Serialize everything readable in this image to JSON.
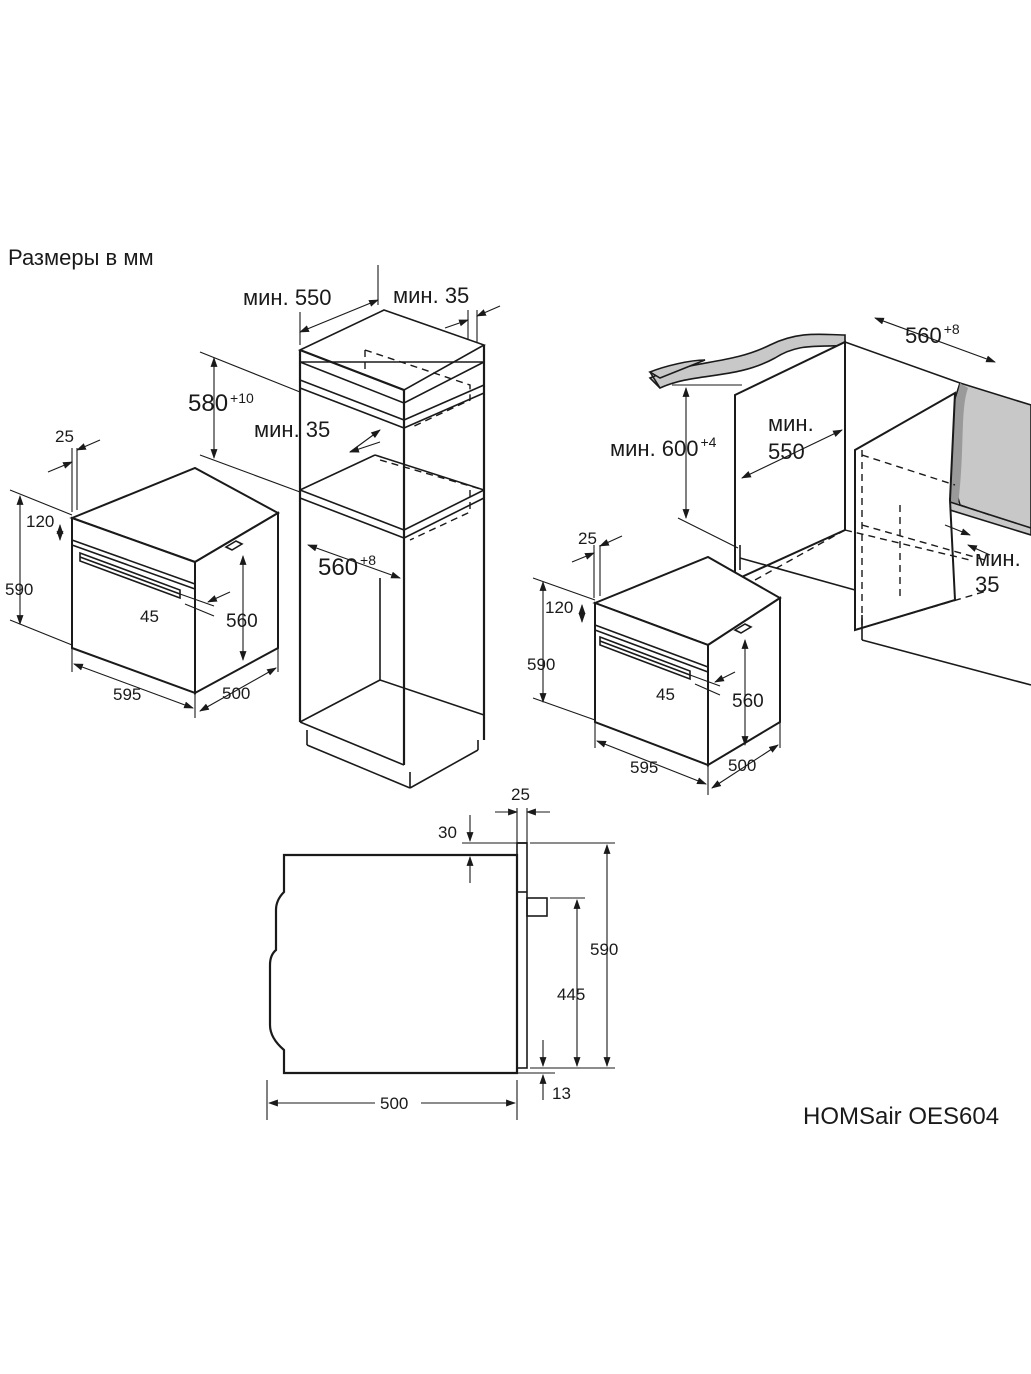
{
  "header": {
    "units_label": "Размеры в мм"
  },
  "model": {
    "name": "HOMSair OES604"
  },
  "oven_left": {
    "dim_25": "25",
    "dim_120": "120",
    "dim_590": "590",
    "dim_45": "45",
    "dim_560": "560",
    "dim_595": "595",
    "dim_500": "500"
  },
  "tall_cabinet": {
    "min_label": "мин.",
    "depth_550": "550",
    "top_gap_35": "35",
    "niche_580": "580",
    "niche_580_tol": "+10",
    "shelf_gap_label": "мин. 35",
    "width_560": "560",
    "width_560_tol": "+8"
  },
  "under_counter": {
    "width_560": "560",
    "width_560_tol": "+8",
    "height_label": "мин. 600",
    "height_tol": "+4",
    "depth_min": "мин.",
    "depth_550": "550",
    "gap_min": "мин.",
    "gap_35": "35"
  },
  "oven_right": {
    "dim_25": "25",
    "dim_120": "120",
    "dim_590": "590",
    "dim_45": "45",
    "dim_560": "560",
    "dim_595": "595",
    "dim_500": "500"
  },
  "side_view": {
    "dim_25": "25",
    "dim_30": "30",
    "dim_590": "590",
    "dim_445": "445",
    "dim_13": "13",
    "dim_500": "500"
  }
}
